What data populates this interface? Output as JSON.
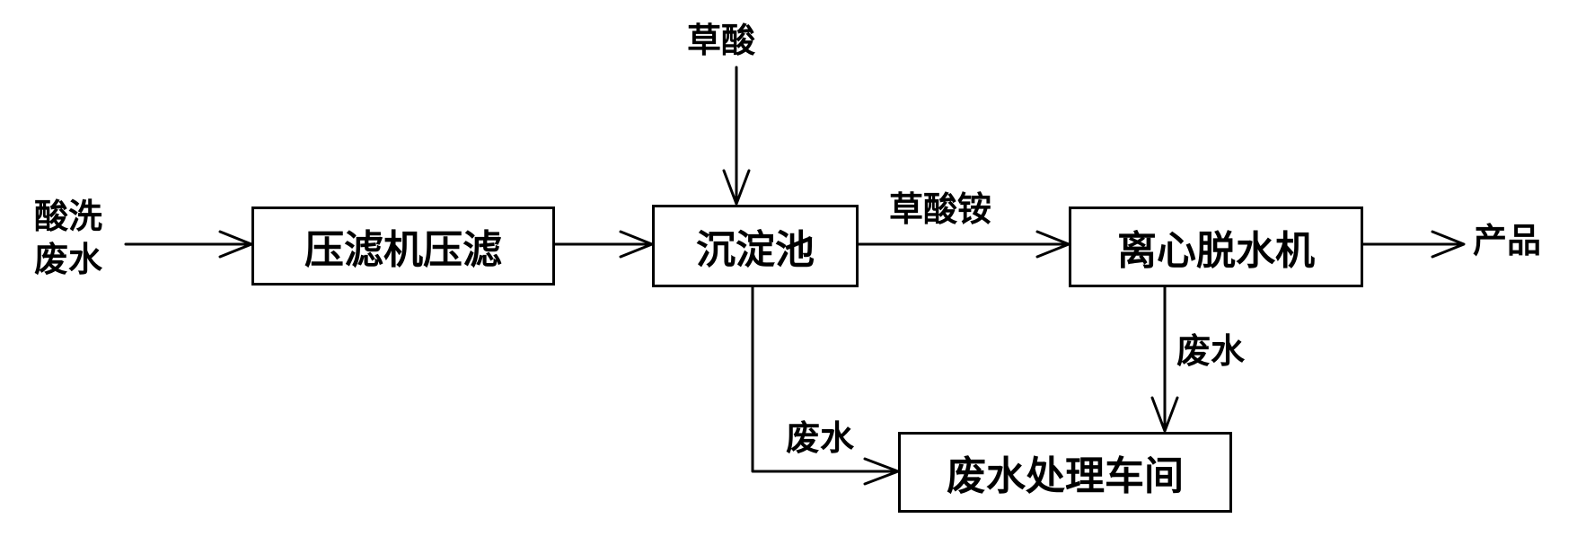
{
  "diagram": {
    "input_label_line1": "酸洗",
    "input_label_line2": "废水",
    "reagent_label": "草酸",
    "intermediate_label": "草酸铵",
    "product_label": "产品",
    "wastewater_label_right": "废水",
    "wastewater_label_left": "废水",
    "boxes": {
      "filter_press": "压滤机压滤",
      "settling_tank": "沉淀池",
      "centrifuge": "离心脱水机",
      "wastewater_workshop": "废水处理车间"
    },
    "line_color": "#000000"
  }
}
